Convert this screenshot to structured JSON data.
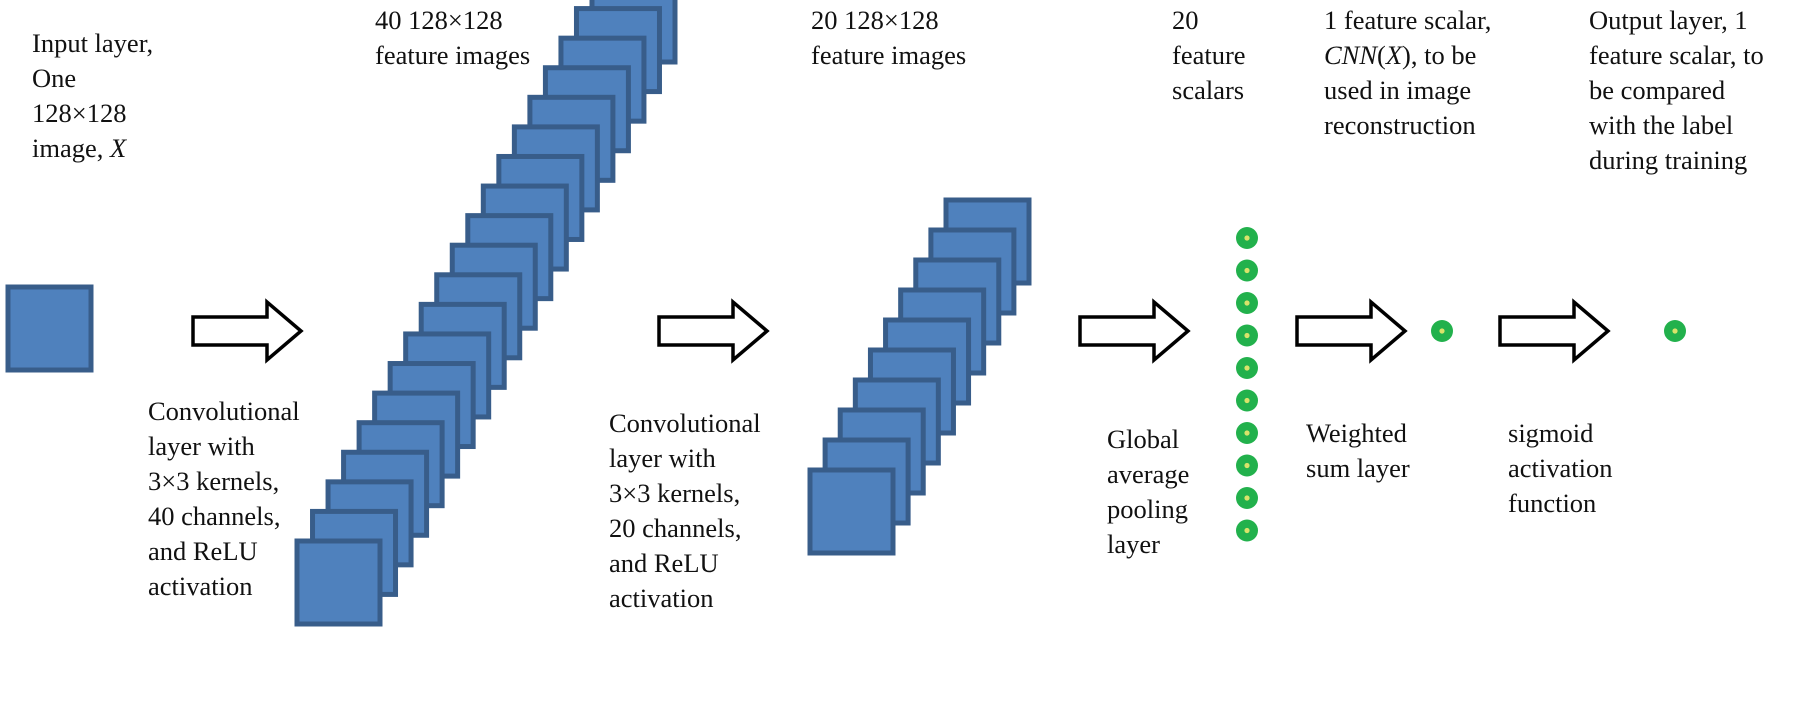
{
  "layers": {
    "input": {
      "lines": [
        "Input layer,",
        "One",
        "128×128"
      ],
      "last_line_prefix": "image, ",
      "last_line_var": "X"
    },
    "conv1_out": {
      "lines": [
        "40 128×128",
        "feature images"
      ],
      "count": 40
    },
    "conv2_out": {
      "lines": [
        "20 128×128",
        "feature images"
      ],
      "count": 20
    },
    "gap_out": {
      "lines": [
        "20",
        "feature",
        "scalars"
      ],
      "count": 20
    },
    "weighted_out": {
      "line1": "1 feature scalar,",
      "line2_var": "CNN",
      "line2_paren_open": "(",
      "line2_arg": "X",
      "line2_rest": "), to be",
      "line3": "used in image",
      "line4": "reconstruction"
    },
    "output": {
      "lines": [
        "Output layer, 1",
        "feature scalar, to",
        "be compared",
        "with the label",
        "during training"
      ]
    }
  },
  "operations": {
    "conv1": {
      "lines": [
        "Convolutional",
        "layer with",
        "3×3 kernels,",
        "40 channels,",
        "and ReLU",
        "activation"
      ]
    },
    "conv2": {
      "lines": [
        "Convolutional",
        "layer with",
        "3×3 kernels,",
        "20 channels,",
        "and ReLU",
        "activation"
      ]
    },
    "gap": {
      "lines": [
        "Global",
        "average",
        "pooling",
        "layer"
      ]
    },
    "weighted": {
      "lines": [
        "Weighted",
        "sum layer"
      ]
    },
    "sigmoid": {
      "lines": [
        "sigmoid",
        "activation",
        "function"
      ]
    }
  },
  "colors": {
    "square_fill": "#4F81BD",
    "square_stroke": "#385D8A",
    "dot_fill": "#22B14C",
    "dot_center": "#D9E36A",
    "arrow_stroke": "#000000",
    "arrow_fill": "#FFFFFF"
  },
  "counts": {
    "stack1_drawn": 20,
    "stack2_drawn": 10,
    "gap_dots_drawn": 10
  }
}
